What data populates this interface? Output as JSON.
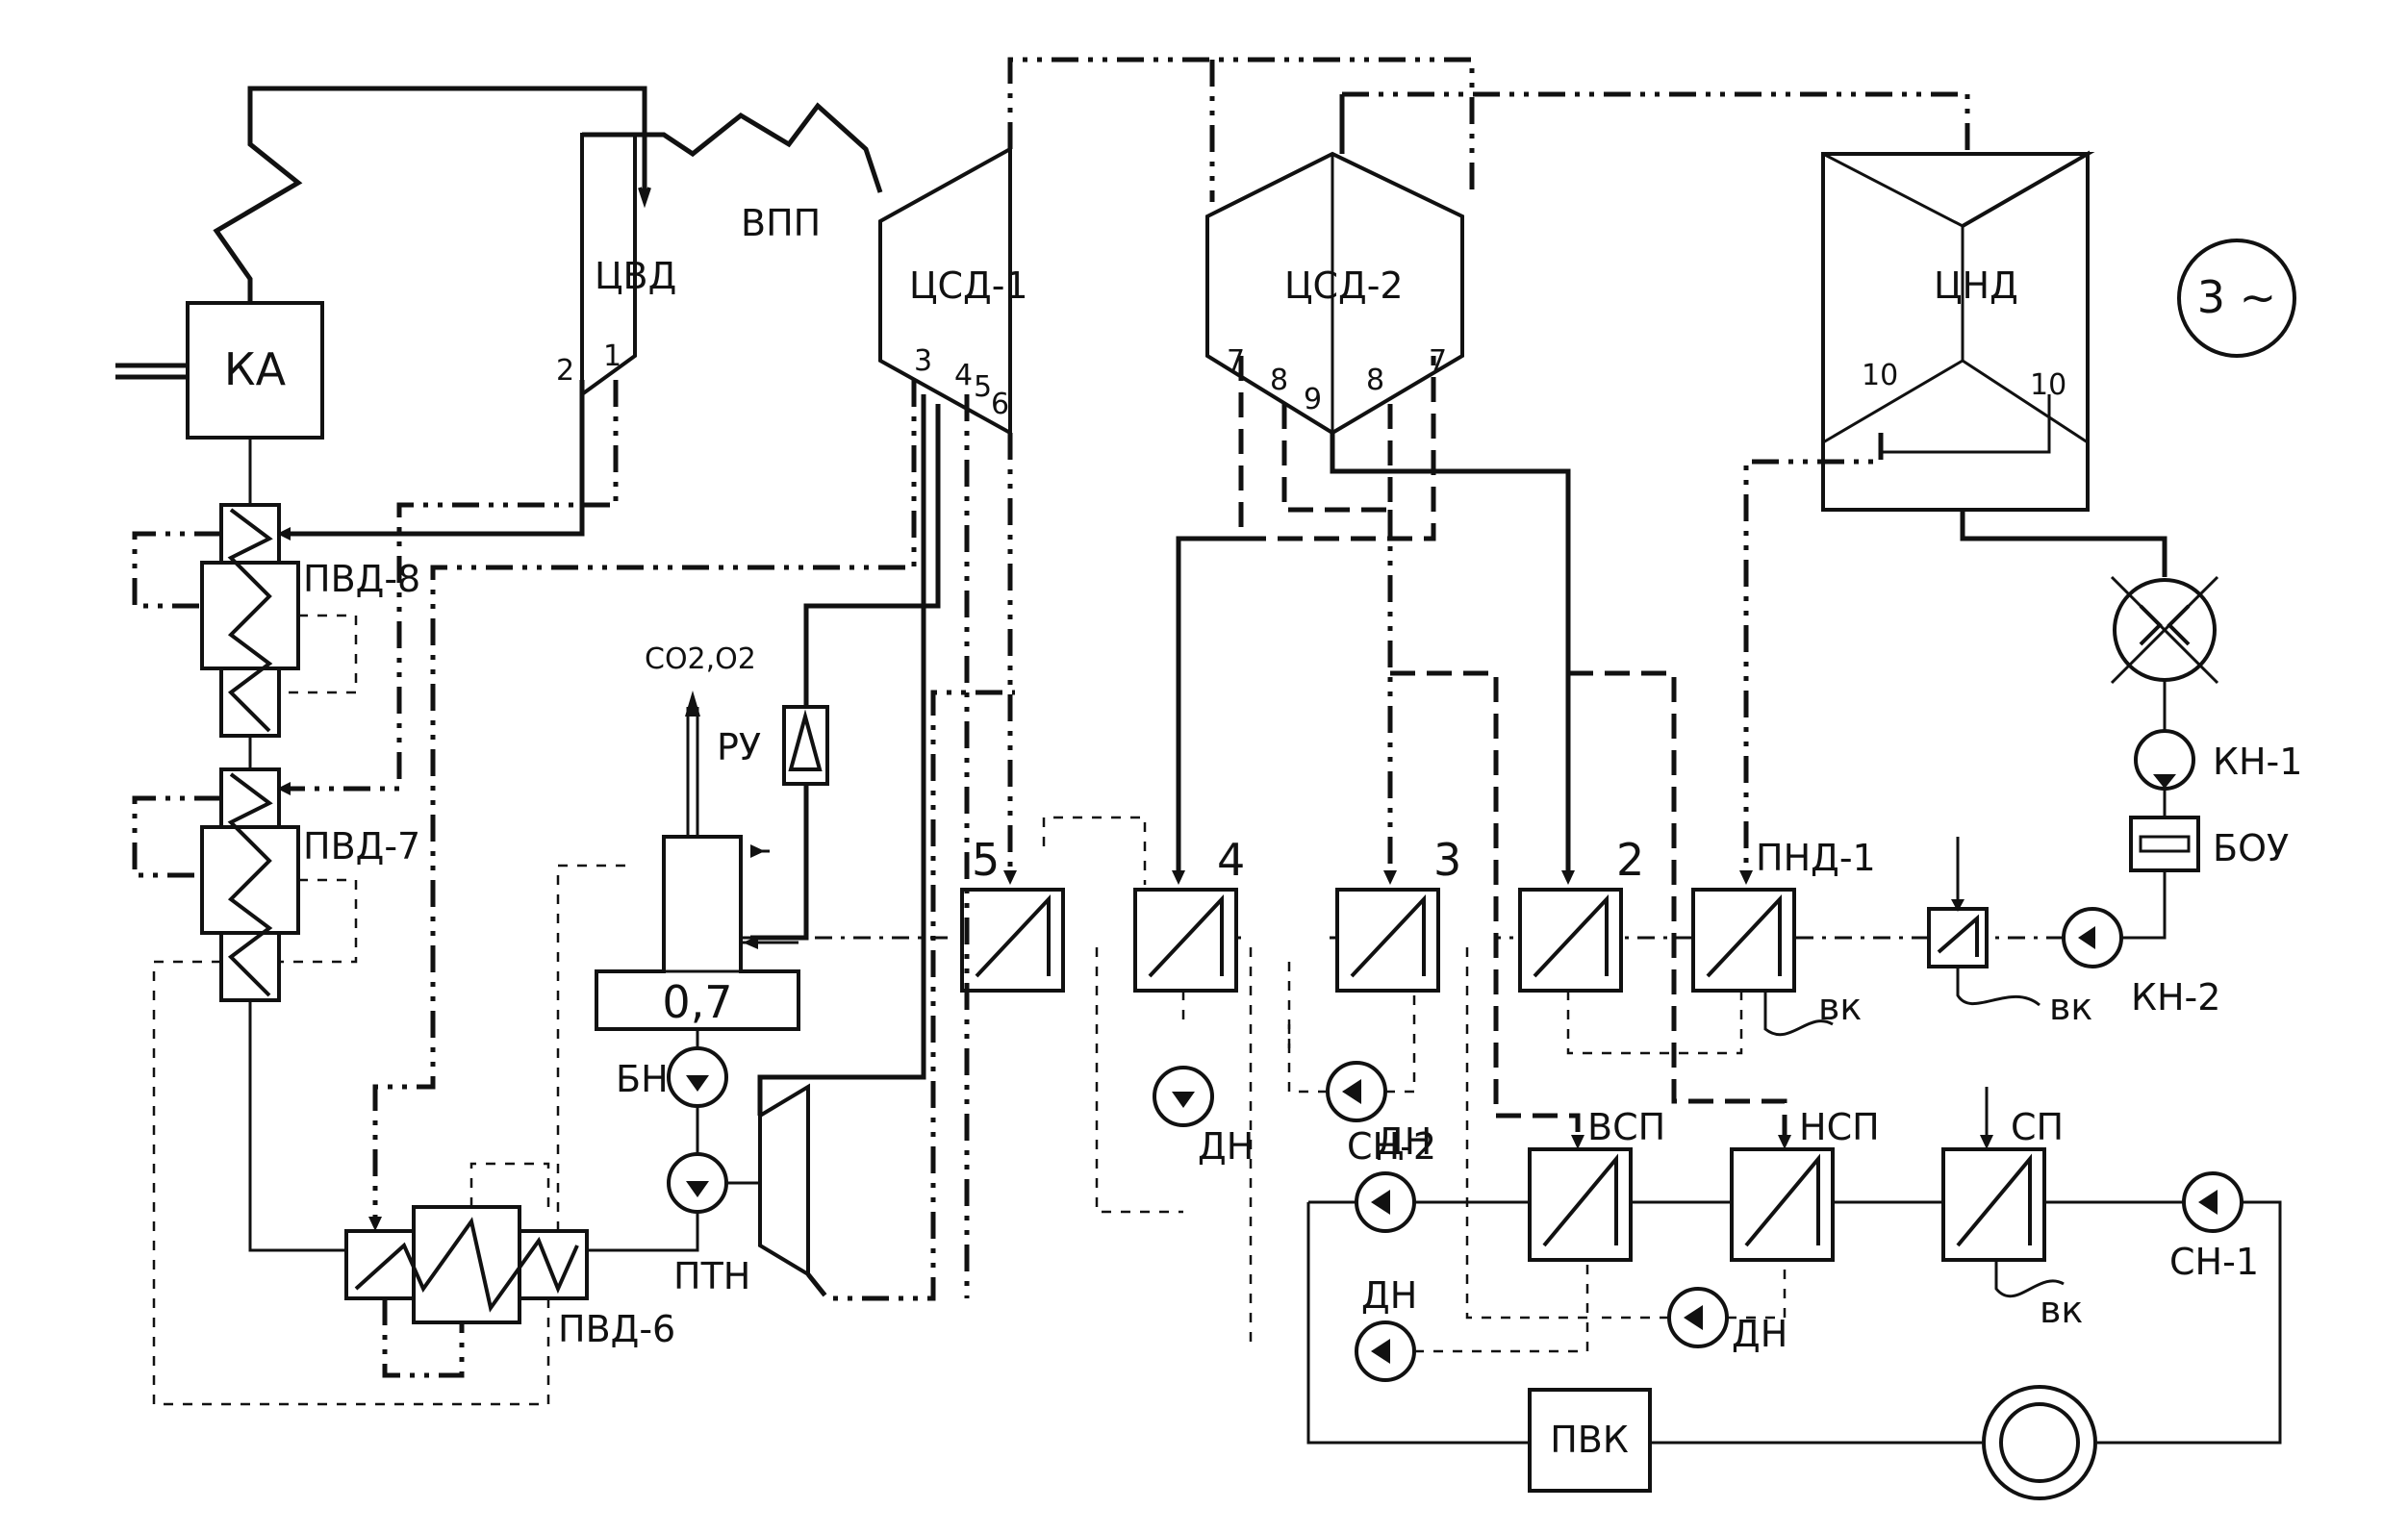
{
  "boiler": "КА",
  "reheater": "ВПП",
  "turbines": {
    "hpc": "ЦВД",
    "ipc1": "ЦСД-1",
    "ipc2": "ЦСД-2",
    "lpc": "ЦНД"
  },
  "generator": "3 ~",
  "extractions": [
    "1",
    "2",
    "3",
    "4",
    "5",
    "6",
    "7",
    "8",
    "9",
    "8",
    "7",
    "10",
    "10"
  ],
  "hp_heaters": [
    "ПВД-8",
    "ПВД-7",
    "ПВД-6"
  ],
  "lp_heater_numbers": [
    "5",
    "4",
    "3",
    "2"
  ],
  "lp_heater_1": "ПНД-1",
  "deaerator": "0,7",
  "deaerator_gases": "СО2,О2",
  "reducing_unit": "РУ",
  "pumps": {
    "booster": "БН",
    "feed_turbine": "ПТН",
    "drain": "ДН",
    "condensate_1": "КН-1",
    "condensate_2": "КН-2",
    "network_1": "СН-1",
    "network_2": "СН-2"
  },
  "condensate_polishing": "БОУ",
  "network_heaters": [
    "ВСП",
    "НСП",
    "СП"
  ],
  "peak_boiler": "ПВК",
  "circulating_water": "вк"
}
